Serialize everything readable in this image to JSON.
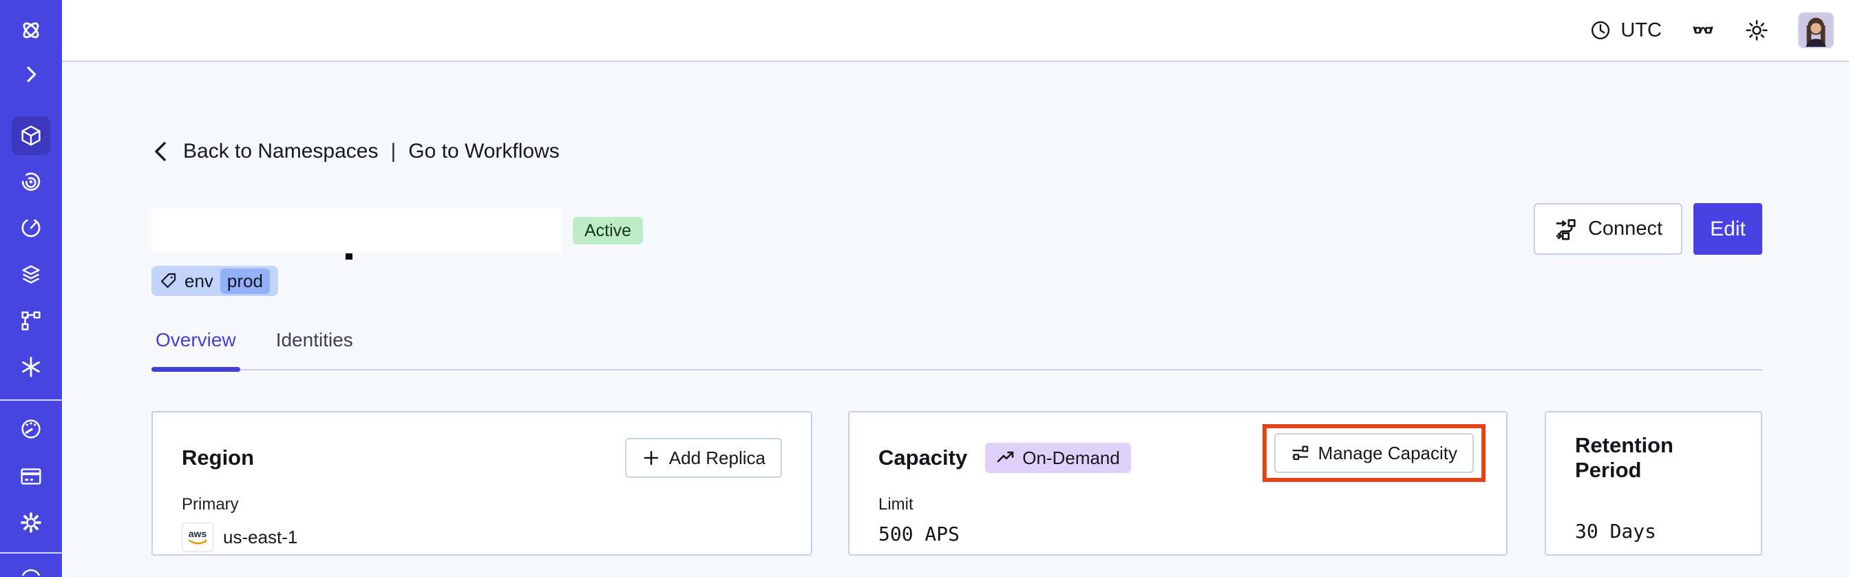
{
  "colors": {
    "sidebar_bg": "#4745E0",
    "sidebar_active_bg": "#3B38BE",
    "accent_indigo": "#4842E3",
    "page_bg": "#F8F9FC",
    "card_border": "#C6CFE6",
    "active_badge_bg": "#BDECC6",
    "tag_bg": "#C3D4FA",
    "tag_chip_bg": "#92B1F6",
    "ondemand_badge_bg": "#DED2FA",
    "annotation_red": "#E2431F",
    "aws_orange": "#F29400",
    "tab_active": "#443FD6"
  },
  "sidebar": {
    "items": [
      {
        "icon": "temporal-logo"
      },
      {
        "icon": "chevron-right-expand-icon"
      },
      {
        "icon": "namespaces-cube-icon",
        "active": true
      },
      {
        "icon": "workflows-spiral-icon"
      },
      {
        "icon": "schedules-clock-icon"
      },
      {
        "icon": "batch-layers-icon"
      },
      {
        "icon": "deployments-branch-icon"
      },
      {
        "icon": "nexus-asterisk-icon"
      },
      {
        "icon": "usage-gauge-icon"
      },
      {
        "icon": "billing-card-icon"
      },
      {
        "icon": "settings-gear-icon"
      },
      {
        "icon": "partial-bottom-icon"
      }
    ]
  },
  "topbar": {
    "timezone": "UTC",
    "icons": [
      "clock-icon",
      "glasses-icon",
      "theme-sun-icon",
      "avatar"
    ]
  },
  "breadcrumb": {
    "back": "Back to Namespaces",
    "separator": "|",
    "forward": "Go to Workflows"
  },
  "namespace": {
    "title_redacted": "",
    "status": "Active",
    "tag_key": "env",
    "tag_value": "prod"
  },
  "actions": {
    "connect": "Connect",
    "edit": "Edit"
  },
  "tabs": [
    {
      "label": "Overview",
      "active": true
    },
    {
      "label": "Identities",
      "active": false
    }
  ],
  "cards": {
    "region": {
      "title": "Region",
      "button": "Add Replica",
      "label": "Primary",
      "provider": "aws",
      "value": "us-east-1"
    },
    "capacity": {
      "title": "Capacity",
      "badge": "On-Demand",
      "button": "Manage Capacity",
      "label": "Limit",
      "value": "500 APS",
      "annotation": "red highlight box around Manage Capacity"
    },
    "retention": {
      "title": "Retention Period",
      "value": "30 Days"
    }
  }
}
